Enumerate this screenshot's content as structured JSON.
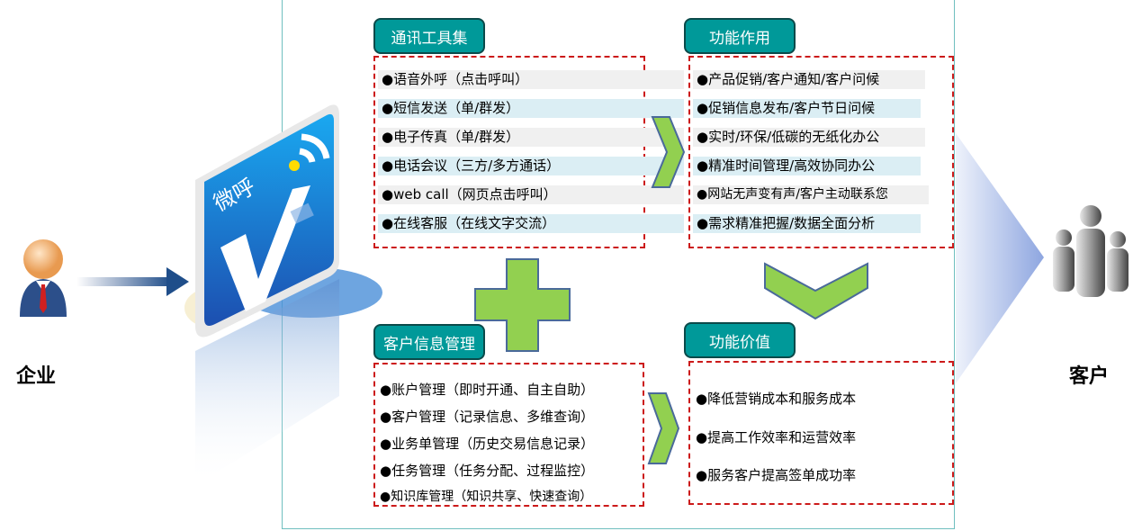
{
  "left_label": "企业",
  "right_label": "客户",
  "logo_text": "微呼",
  "sections": {
    "tools": {
      "title": "通讯工具集",
      "items": [
        "●语音外呼（点击呼叫）",
        "●短信发送（单/群发）",
        "●电子传真（单/群发）",
        "●电话会议（三方/多方通话）",
        "●web call（网页点击呼叫）",
        "●在线客服（在线文字交流）"
      ]
    },
    "functions": {
      "title": "功能作用",
      "items": [
        "●产品促销/客户通知/客户问候",
        "●促销信息发布/客户节日问候",
        "●实时/环保/低碳的无纸化办公",
        "●精准时间管理/高效协同办公",
        "●网站无声变有声/客户主动联系您",
        "●需求精准把握/数据全面分析"
      ]
    },
    "crm": {
      "title": "客户信息管理",
      "items": [
        "●账户管理（即时开通、自主自助）",
        "●客户管理（记录信息、多维查询）",
        "●业务单管理（历史交易信息记录）",
        "●任务管理（任务分配、过程监控）",
        "●知识库管理（知识共享、快速查询）"
      ]
    },
    "value": {
      "title": "功能价值",
      "items": [
        "●降低营销成本和服务成本",
        "●提高工作效率和运营效率",
        "●服务客户提高签单成功率"
      ]
    }
  },
  "colors": {
    "tag": "#009999",
    "dash": "#cc1a1a",
    "arrow_green": "#92d050"
  }
}
